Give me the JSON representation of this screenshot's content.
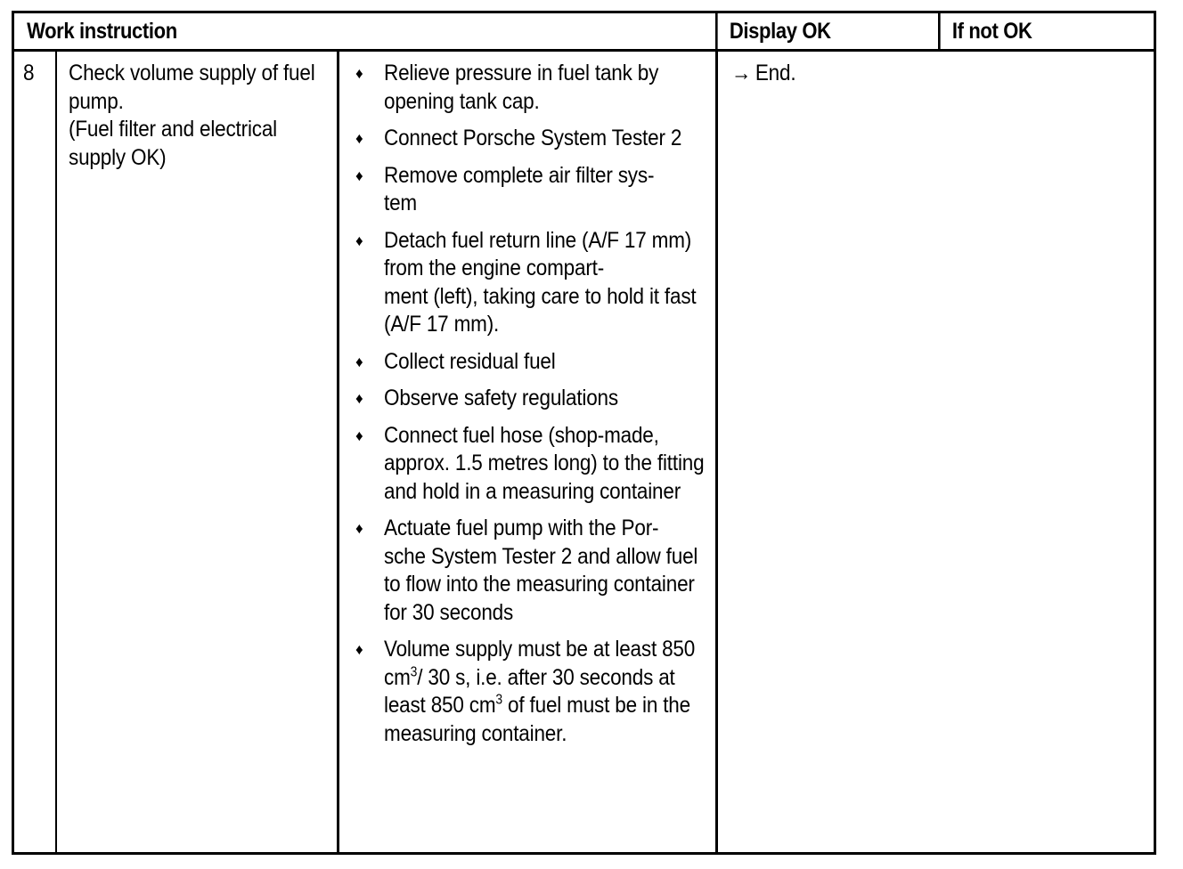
{
  "document": {
    "type": "work-instruction-table",
    "columns": [
      {
        "key": "work_instruction",
        "label": "Work instruction"
      },
      {
        "key": "display_ok",
        "label": "Display OK"
      },
      {
        "key": "if_not_ok",
        "label": "If not OK"
      }
    ]
  },
  "header": {
    "work_instruction": "Work instruction",
    "display_ok": "Display OK",
    "if_not_ok": "If not OK"
  },
  "row": {
    "step_number": "8",
    "task": {
      "line1": "Check volume supply of fuel pump.",
      "line2": "(Fuel filter and electrical supply OK)",
      "full": "Check volume supply of fuel pump.\n(Fuel filter and electrical supply OK)"
    },
    "bullet_glyph": "♦",
    "steps": [
      "Relieve pressure in fuel tank by opening tank cap.",
      "Connect Porsche System Tester 2",
      "Remove complete air filter sys-\ntem",
      "Detach fuel return line (A/F 17 mm) from the engine compart-\nment (left), taking care to hold it fast (A/F 17 mm).",
      "Collect residual fuel",
      "Observe safety regulations",
      "Connect fuel hose (shop-made, approx. 1.5 metres long) to the fitting and hold in a measuring container",
      "Actuate fuel pump with the Por-\nsche System Tester 2 and allow fuel to flow into the measuring container for 30 seconds",
      "Volume supply must be at least 850 cm³/ 30 s, i.e. after 30 seconds at least 850 cm³ of fuel must be in the measuring container."
    ],
    "display_ok": {
      "arrow": "→",
      "text": "End."
    },
    "if_not_ok": ""
  },
  "colors": {
    "border": "#000000",
    "text": "#000000",
    "background": "#ffffff"
  }
}
